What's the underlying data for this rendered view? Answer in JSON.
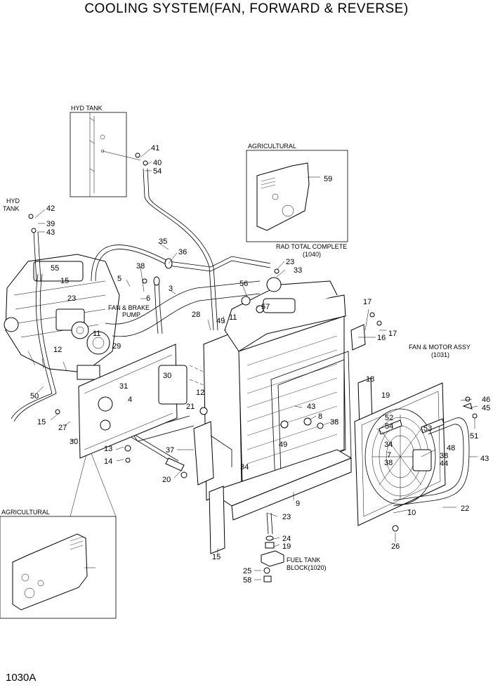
{
  "title": "COOLING SYSTEM(FAN, FORWARD & REVERSE)",
  "page_code": "1030A",
  "boxes": {
    "hyd_tank": "HYD TANK",
    "agri_top": "AGRICULTURAL",
    "agri_bottom": "AGRICULTURAL"
  },
  "captions": {
    "hyd_tank_left_1": "HYD",
    "hyd_tank_left_2": "TANK",
    "rad_total_1": "RAD TOTAL COMPLETE",
    "rad_total_2": "(1040)",
    "fan_brake_1": "FAN & BRAKE",
    "fan_brake_2": "PUMP",
    "fan_motor_1": "FAN & MOTOR ASSY",
    "fan_motor_2": "(1031)",
    "fuel_tank_1": "FUEL TANK",
    "fuel_tank_2": "BLOCK(1020)"
  },
  "callouts": [
    "41",
    "40",
    "54",
    "42",
    "39",
    "43",
    "59",
    "35",
    "36",
    "23",
    "33",
    "5",
    "38",
    "6",
    "3",
    "56",
    "57",
    "55",
    "15",
    "23",
    "11",
    "28",
    "49",
    "11",
    "17",
    "17",
    "16",
    "29",
    "12",
    "30",
    "18",
    "31",
    "19",
    "12",
    "52",
    "54",
    "53",
    "4",
    "21",
    "43",
    "8",
    "38",
    "34",
    "7",
    "38",
    "46",
    "45",
    "50",
    "15",
    "27",
    "30",
    "13",
    "14",
    "37",
    "49",
    "34",
    "48",
    "38",
    "44",
    "51",
    "43",
    "20",
    "9",
    "10",
    "22",
    "23",
    "24",
    "19",
    "15",
    "26",
    "25",
    "58"
  ]
}
